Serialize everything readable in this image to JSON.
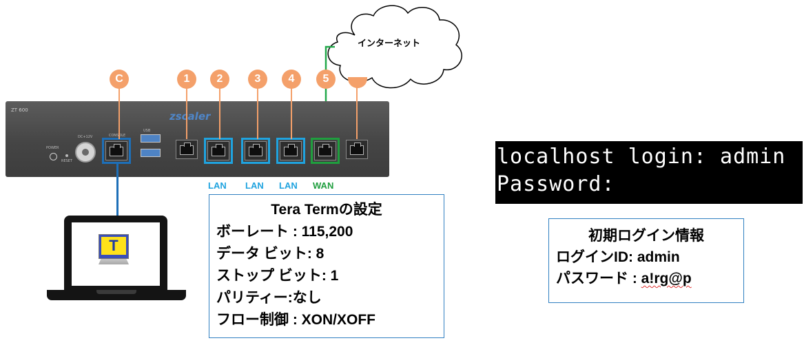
{
  "device": {
    "model": "ZT 600",
    "brand": "zscaler",
    "power_label": "POWER",
    "reset_label": "RESET",
    "dc_label": "DC+12V",
    "usb_label": "USB",
    "console_label": "CONSOLE"
  },
  "badges": [
    "C",
    "1",
    "2",
    "3",
    "4",
    "5"
  ],
  "port_labels": [
    {
      "text": "LAN",
      "color": "#1fa3df"
    },
    {
      "text": "LAN",
      "color": "#1fa3df"
    },
    {
      "text": "LAN",
      "color": "#1fa3df"
    },
    {
      "text": "WAN",
      "color": "#1f9e3e"
    }
  ],
  "colors": {
    "console_outline": "#1d6fb8",
    "lan_outline": "#1fa3df",
    "wan_outline": "#1f9e3e",
    "badge": "#f4a06a",
    "cable": "#1d6fb8",
    "wan_cable": "#22a84a"
  },
  "cloud": {
    "label": "インターネット"
  },
  "laptop": {
    "app_icon_letter": "T",
    "icon_name": "teraterm-icon"
  },
  "teraterm": {
    "title": "Tera Termの設定",
    "lines": [
      "ボーレート : 115,200",
      "データ ビット: 8",
      "ストップ ビット: 1",
      "パリティー:なし",
      "フロー制御 : XON/XOFF"
    ]
  },
  "terminal": {
    "line1": "localhost login: admin",
    "line2": "Password:"
  },
  "initial_login": {
    "title": "初期ログイン情報",
    "id_line": "ログインID: admin",
    "password_prefix": "パスワード : ",
    "password_value": "a!rg@p"
  }
}
